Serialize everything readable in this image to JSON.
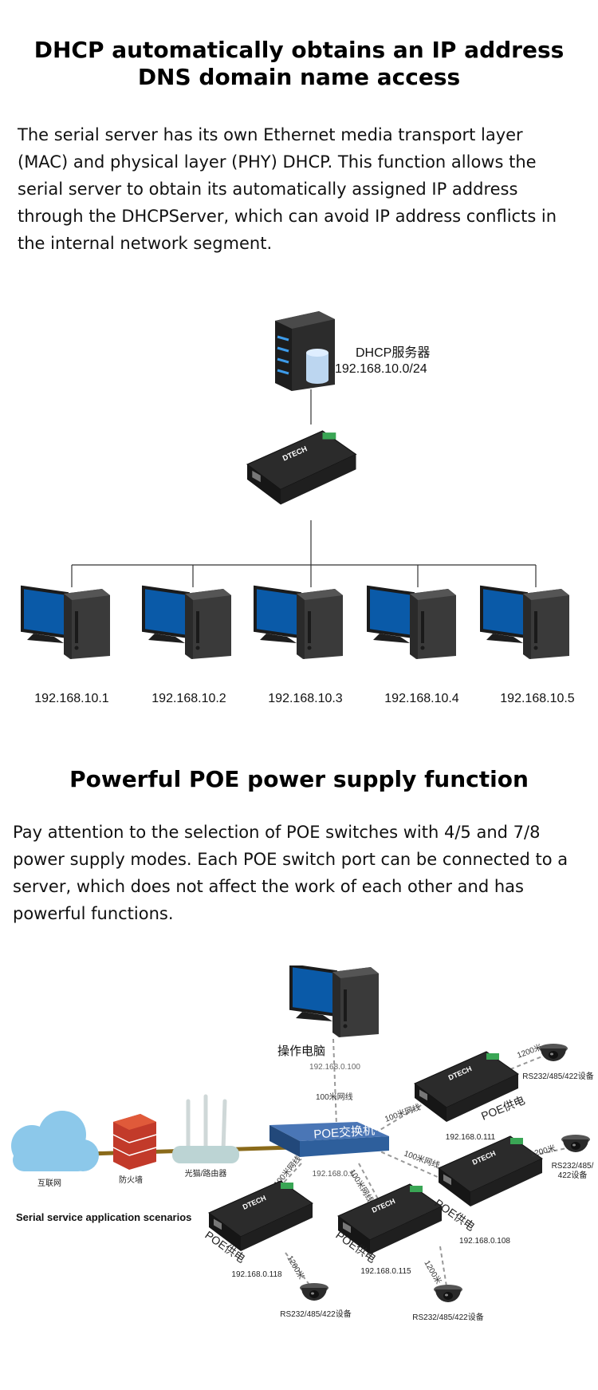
{
  "section1": {
    "title_line1": "DHCP automatically obtains an IP address",
    "title_line2": "DNS domain name access",
    "body": "The serial server has its own Ethernet media transport layer (MAC) and physical layer (PHY) DHCP. This function allows the serial server to obtain its automatically assigned IP address through the DHCPServer, which can avoid IP address conflicts in the internal network segment.",
    "diagram": {
      "server_label": "DHCP服务器",
      "server_subnet": "192.168.10.0/24",
      "pc_ips": [
        "192.168.10.1",
        "192.168.10.2",
        "192.168.10.3",
        "192.168.10.4",
        "192.168.10.5"
      ]
    }
  },
  "section2": {
    "title": "Powerful POE power supply function",
    "body": "Pay attention to the selection of POE switches with 4/5 and 7/8 power supply modes. Each POE switch port can be connected to a server, which does not affect the work of each other and has powerful functions.",
    "diagram": {
      "operator_pc": "操作电脑",
      "operator_ip": "192.168.0.100",
      "link_100m": "100米网线",
      "switch_label": "POE交换机",
      "switch_ip": "192.168.0.1",
      "internet": "互联网",
      "firewall": "防火墙",
      "router": "光猫/路由器",
      "scenario_caption": "Serial service application scenarios",
      "poe_power": "POE供电",
      "distance_1200": "1200米",
      "device_label": "RS232/485/422设备",
      "device_label_split_1": "RS232/485/",
      "device_label_split_2": "422设备",
      "server_ips": [
        "192.168.0.111",
        "192.168.0.108",
        "192.168.0.115",
        "192.168.0.118"
      ],
      "brand": "DTECH"
    }
  },
  "colors": {
    "monitor_blue": "#0a5aa8",
    "switch_blue": "#2e5f9c",
    "cloud_blue": "#8cc8ea",
    "device_body": "#222222",
    "terminal_green": "#3aa655"
  }
}
